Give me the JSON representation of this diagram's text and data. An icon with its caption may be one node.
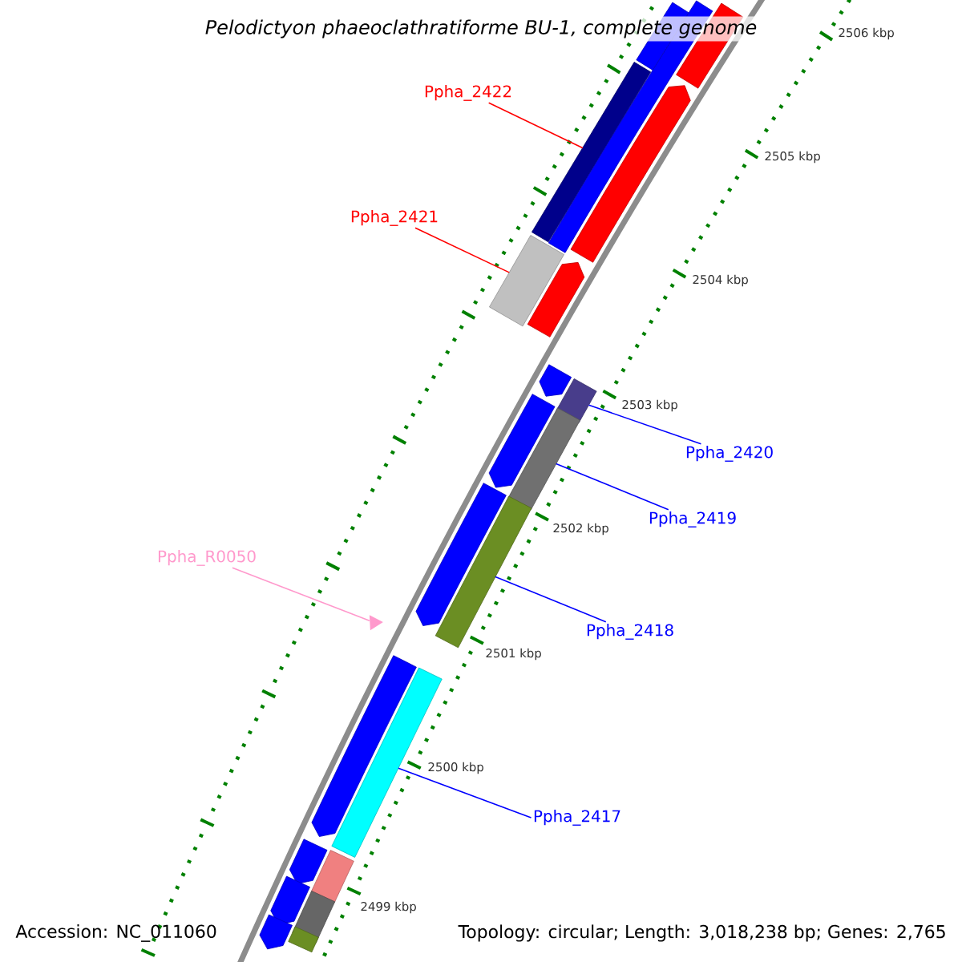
{
  "diagram": {
    "title": "Pelodictyon phaeoclathratiforme BU-1, complete genome",
    "nodes": [
      {
        "text": [
          "Ppha_2422"
        ]
      },
      {
        "text": [],
        "shape": "bar"
      },
      {
        "text": [
          "Ppha_2421"
        ]
      },
      {
        "text": [],
        "shape": "bar"
      },
      {
        "text": [
          "Ppha_2420"
        ]
      },
      {
        "text": [],
        "shape": "bar"
      },
      {
        "text": [
          "Ppha_2419"
        ]
      },
      {
        "text": [],
        "shape": "bar"
      },
      {
        "text": [
          "Ppha_R0050"
        ]
      },
      {
        "text": [],
        "shape": "triangle"
      },
      {
        "text": [
          "Ppha_2418"
        ]
      },
      {
        "text": [],
        "shape": "bar"
      },
      {
        "text": [
          "Ppha_2417"
        ]
      },
      {
        "text": [],
        "shape": "bar"
      },
      {
        "text": [],
        "shape": "bar"
      },
      {
        "text": [],
        "shape": "bar"
      },
      {
        "text": [],
        "shape": "bar"
      },
      {
        "text": [],
        "shape": "bar"
      },
      {
        "text": [],
        "shape": "bar"
      },
      {
        "text": [],
        "shape": "bar"
      },
      {
        "text": [],
        "shape": "bar"
      },
      {
        "text": [],
        "shape": "bar"
      },
      {
        "text": [],
        "shape": "bar"
      },
      {
        "text": [],
        "shape": "bar"
      },
      {
        "text": [],
        "shape": "bar"
      },
      {
        "text": [],
        "shape": "bar"
      },
      {
        "text": [],
        "shape": "bar"
      },
      {
        "text": [],
        "shape": "bar"
      },
      {
        "text": [],
        "shape": "bar"
      }
    ],
    "edges": [
      {
        "from": 0,
        "to": 1,
        "arrow": "none",
        "color": "#ff0000"
      },
      {
        "from": 2,
        "to": 3,
        "arrow": "none",
        "color": "#ff0000"
      },
      {
        "from": 4,
        "to": 5,
        "arrow": "none"
      },
      {
        "from": 6,
        "to": 7,
        "arrow": "none"
      },
      {
        "from": 8,
        "to": 9,
        "arrow": "none",
        "color": "#ff99cc"
      },
      {
        "from": 10,
        "to": 11,
        "arrow": "none"
      },
      {
        "from": 12,
        "to": 13,
        "arrow": "none"
      }
    ],
    "labels": [
      "2506 kbp",
      "2505 kbp",
      "2504 kbp",
      "2503 kbp",
      "2502 kbp",
      "2501 kbp",
      "2500 kbp",
      "2499 kbp",
      "Accession: NC_011060",
      "Topology: circular; Length: 3,018,238 bp; Genes: 2,765"
    ]
  }
}
